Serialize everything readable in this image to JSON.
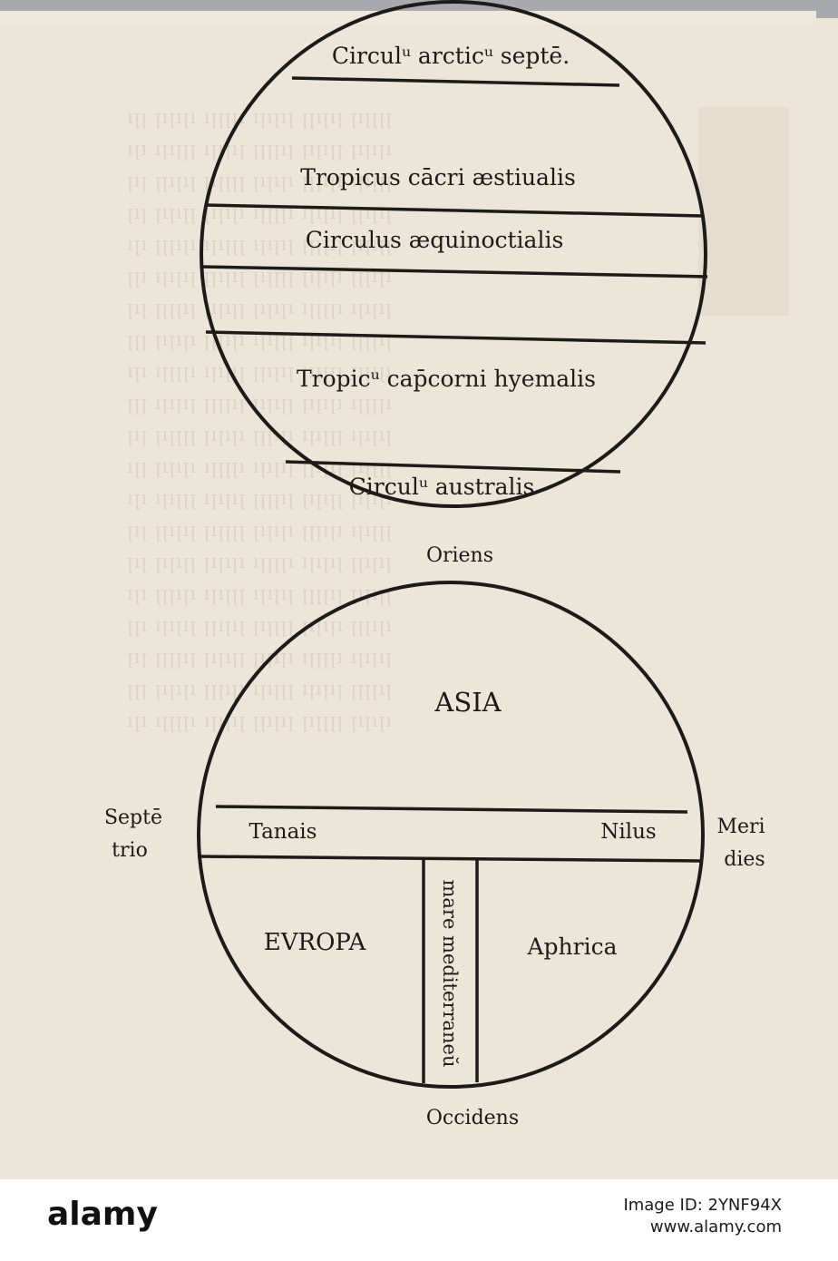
{
  "upper_globe": {
    "zones": [
      "Circulᵘ arcticᵘ septē.",
      "Tropicus cācri æstiualis",
      "Circulus æquinoctialis",
      "Tropicᵘ cap̄corni hyemalis",
      "Circulᵘ australis"
    ]
  },
  "lower_globe": {
    "top_direction": "Oriens",
    "bottom_direction": "Occidens",
    "left_direction": [
      "Septē",
      "trio"
    ],
    "right_direction": [
      "Meri",
      "dies"
    ],
    "continents": {
      "asia": "ASIA",
      "europa": "EVROPA",
      "aphrica": "Aphrica"
    },
    "rivers": {
      "tanais": "Tanais",
      "nilus": "Nilus"
    },
    "sea": "mare mediterraneŭ"
  },
  "watermark": {
    "brand": "alamy",
    "image_id": "Image ID: 2YNF94X",
    "url": "www.alamy.com"
  }
}
